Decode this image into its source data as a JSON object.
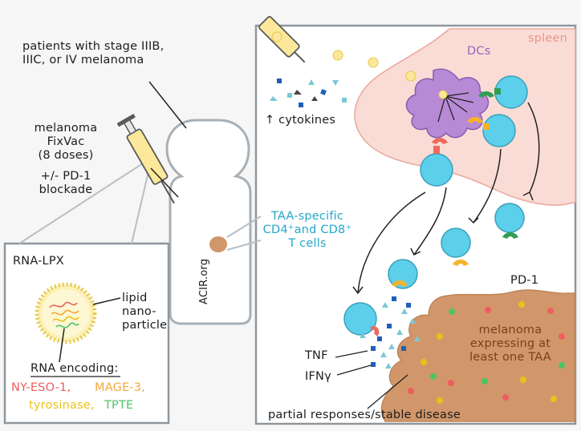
{
  "patients_label": "patients with stage IIIB,\nIIIC, or IV melanoma",
  "vaccine_label": "melanoma\nFixVac\n(8 doses)",
  "pd1_blockade_label": "+/- PD-1\nblockade",
  "credit": "ACIR.org",
  "rna_lpx": {
    "title": "RNA-LPX",
    "lipid_label": "lipid\nnano-\nparticle",
    "encoding_title": "RNA encoding:",
    "antigens": [
      {
        "name": "NY-ESO-1,",
        "color": "#ee5e5e"
      },
      {
        "name": "MAGE-3,",
        "color": "#f5a83a"
      },
      {
        "name": "tyrosinase,",
        "color": "#e8c21a"
      },
      {
        "name": "TPTE",
        "color": "#4cc466"
      }
    ]
  },
  "cytokines_label": "↑ cytokines",
  "spleen_label": "spleen",
  "dcs_label": "DCs",
  "tcells_label": "TAA-specific\nCD4⁺and CD8⁺\nT cells",
  "pd1_label": "PD-1",
  "tnf_label": "TNF",
  "ifn_label": "IFNγ",
  "tumor_label": "melanoma\nexpressing at\nleast one TAA",
  "outcome_label": "partial responses/stable disease",
  "colors": {
    "cell": "#5ccfea",
    "spleen": "#fadcd6",
    "tumor": "#d1976a",
    "dc": "#b78ad6",
    "receptor_red": "#ee6a5e",
    "receptor_green": "#2e9e52",
    "receptor_yellow": "#f5b22a",
    "cytokine_blue": "#1f5fb8",
    "cytokine_teal": "#7cc8d4"
  }
}
